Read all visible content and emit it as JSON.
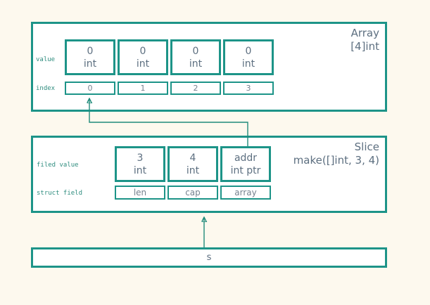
{
  "diagram": {
    "background": "#fdf9ee",
    "accent": "#1d9488",
    "text_color": "#5d6f80",
    "muted_text_color": "#76828f",
    "label_color": "#2f8d7f"
  },
  "array_box": {
    "title": "Array",
    "subtitle": "[4]int",
    "value_row_label": "value",
    "index_row_label": "index",
    "cells": [
      {
        "value": "0",
        "type": "int"
      },
      {
        "value": "0",
        "type": "int"
      },
      {
        "value": "0",
        "type": "int"
      },
      {
        "value": "0",
        "type": "int"
      }
    ],
    "indices": [
      "0",
      "1",
      "2",
      "3"
    ]
  },
  "slice_box": {
    "title": "Slice",
    "subtitle": "make([]int, 3, 4)",
    "value_row_label": "filed value",
    "field_row_label": "struct field",
    "cells": [
      {
        "value": "3",
        "type": "int"
      },
      {
        "value": "4",
        "type": "int"
      },
      {
        "value": "addr",
        "type": "int ptr"
      }
    ],
    "fields": [
      "len",
      "cap",
      "array"
    ]
  },
  "s_box": {
    "label": "s"
  },
  "arrows": [
    {
      "from": "slice-array-pointer-cell",
      "to": "array-index-0"
    },
    {
      "from": "s-box",
      "to": "slice-box"
    }
  ]
}
